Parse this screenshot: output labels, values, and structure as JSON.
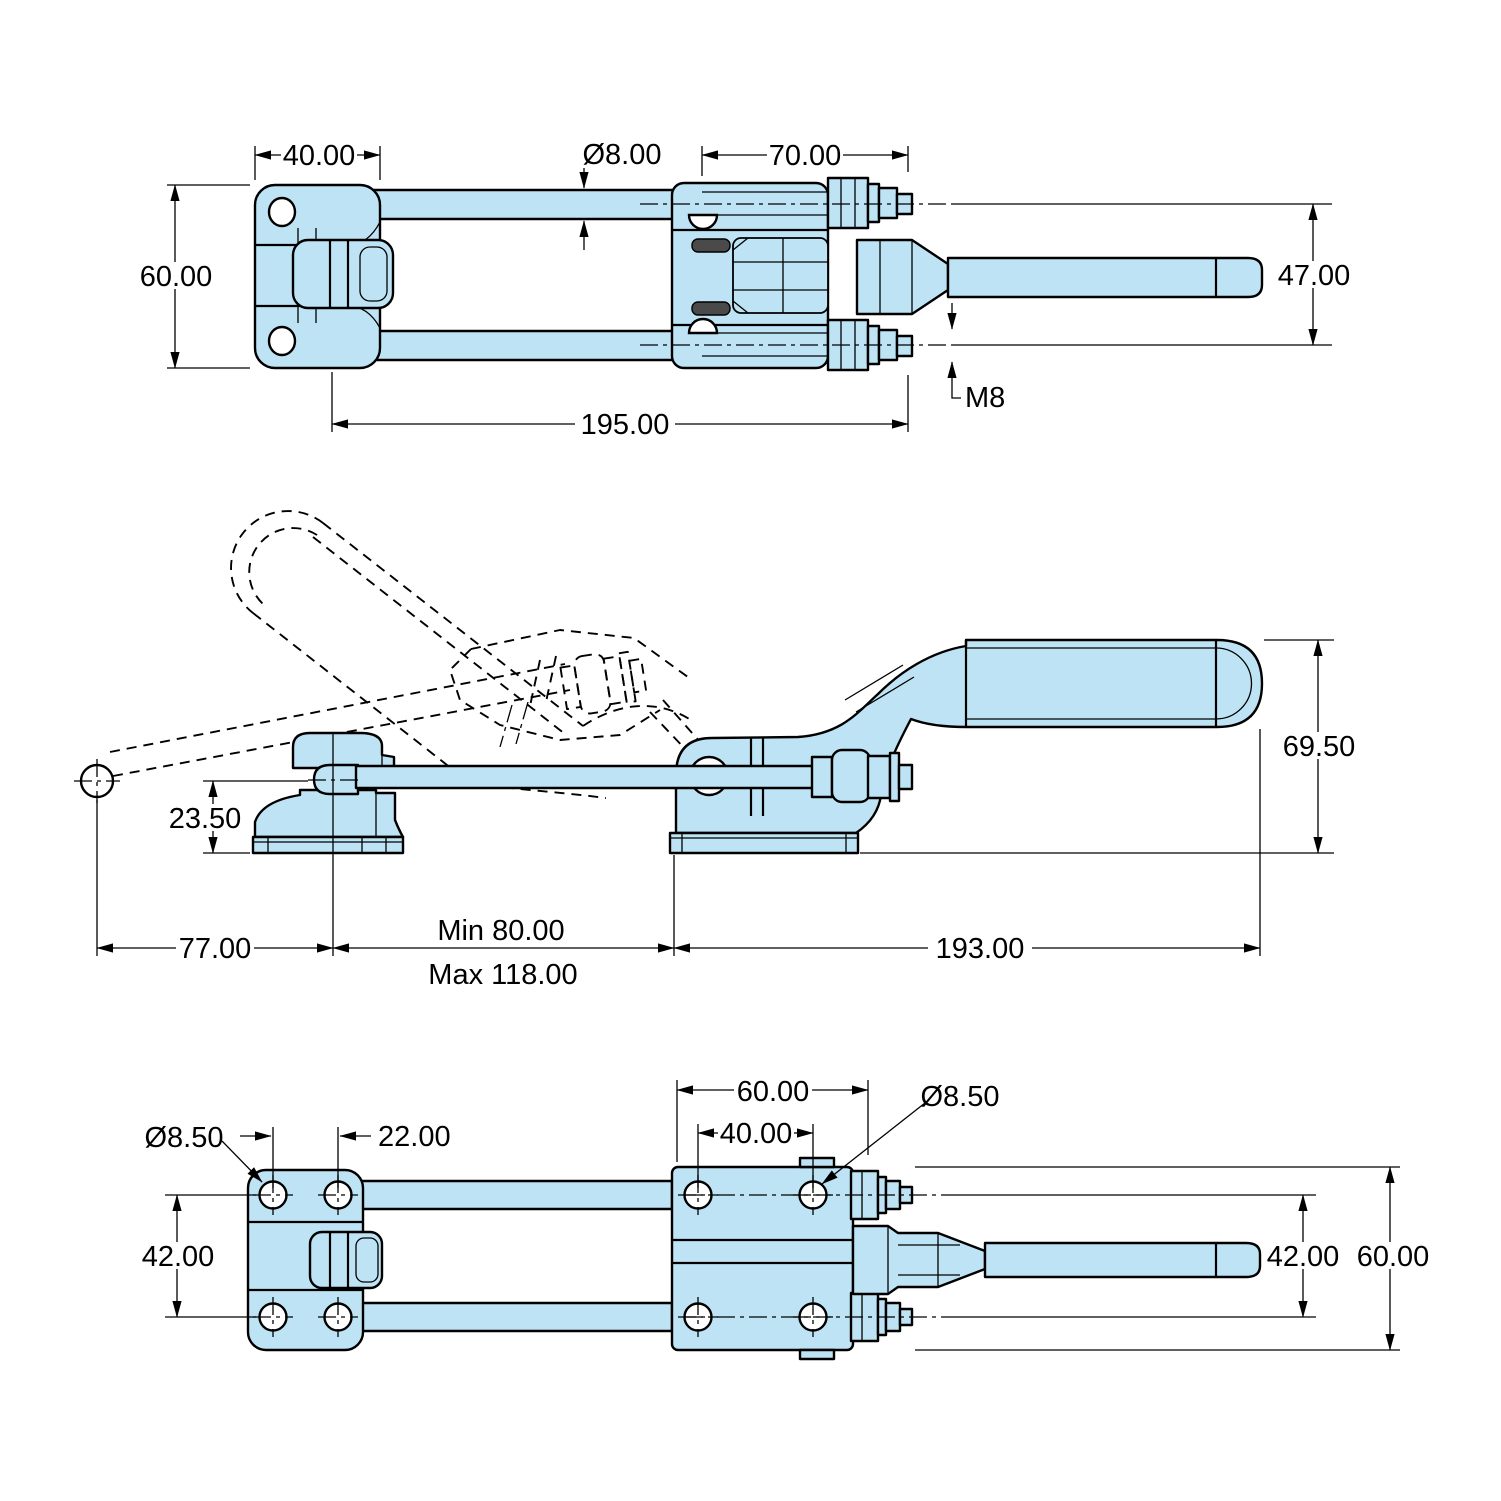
{
  "drawing": {
    "type": "engineering-drawing",
    "subject": "latch-type toggle clamp, three orthographic views with dimensions",
    "units_format": "two-decimal millimetres",
    "colors": {
      "part_fill": "#bee3f4",
      "line": "#000000",
      "background": "#ffffff",
      "slot_fill": "#4a4a4a"
    }
  },
  "views": {
    "top": {
      "label": "top-view",
      "dims": {
        "bracket_width": "40.00",
        "rod_diameter": "Ø8.00",
        "body_length": "70.00",
        "bracket_height": "60.00",
        "handle_offset": "47.00",
        "thread_size": "M8",
        "overall_length": "195.00"
      }
    },
    "side": {
      "label": "side-view",
      "dims": {
        "clamp_height": "69.50",
        "hook_height": "23.50",
        "hook_reach": "77.00",
        "stroke_min": "Min 80.00",
        "stroke_max": "Max 118.00",
        "body_length": "193.00"
      }
    },
    "bottom": {
      "label": "bottom-view",
      "dims": {
        "hole_diameter_left": "Ø8.50",
        "hole_spacing_left": "22.00",
        "hole_rows_left": "42.00",
        "base_width": "60.00",
        "hole_spacing_base": "40.00",
        "hole_diameter_base": "Ø8.50",
        "rod_rows": "42.00",
        "overall_width": "60.00"
      }
    }
  }
}
